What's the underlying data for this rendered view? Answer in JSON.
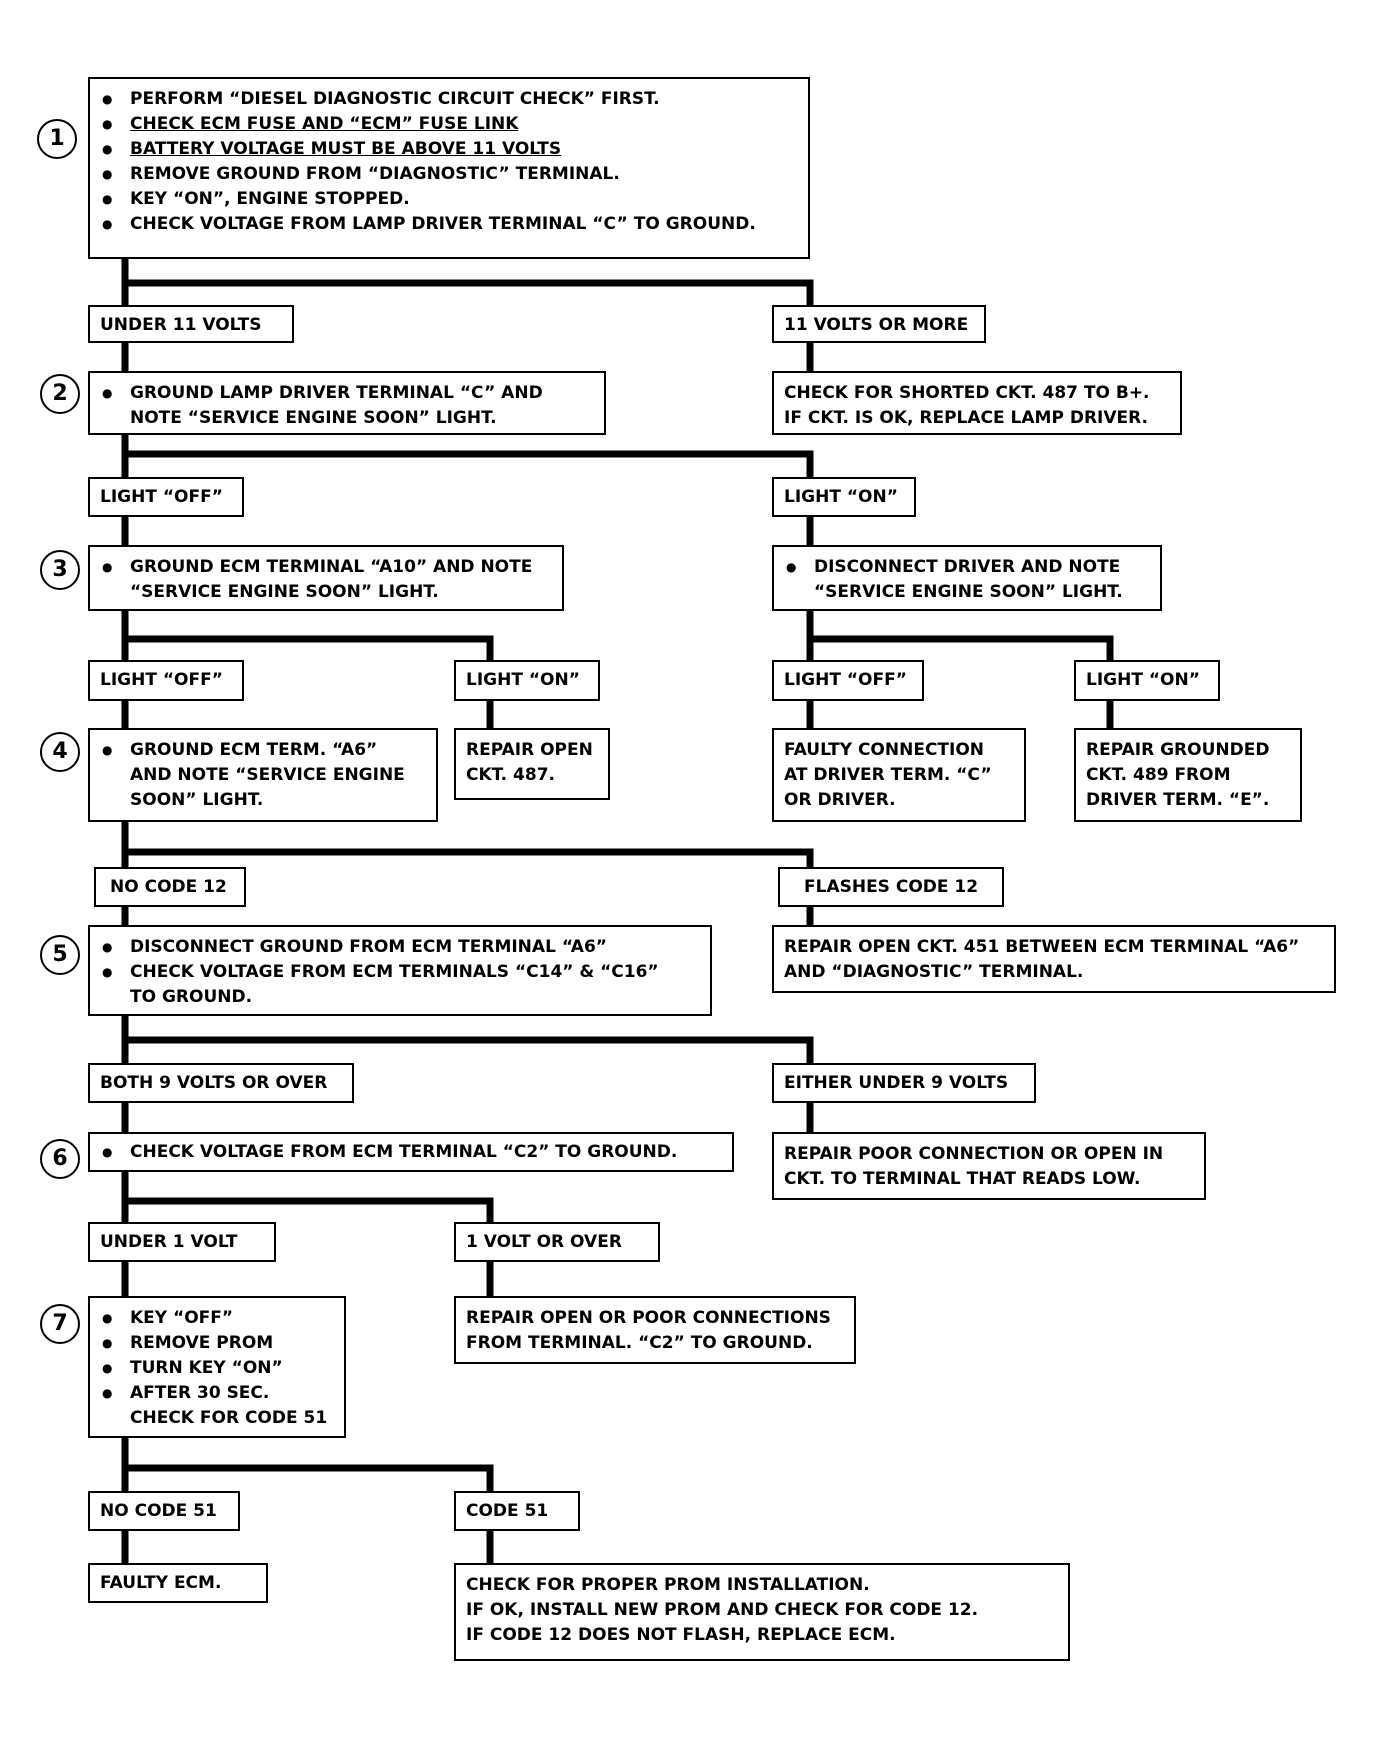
{
  "steps": {
    "s1": {
      "num": "1",
      "lines": [
        "PERFORM “DIESEL DIAGNOSTIC CIRCUIT CHECK” FIRST.",
        "CHECK ECM FUSE AND “ECM” FUSE LINK",
        "BATTERY VOLTAGE MUST BE ABOVE 11 VOLTS",
        "REMOVE GROUND FROM “DIAGNOSTIC” TERMINAL.",
        "KEY “ON”, ENGINE STOPPED.",
        "CHECK VOLTAGE FROM LAMP DRIVER TERMINAL “C” TO GROUND."
      ]
    },
    "s2": {
      "num": "2",
      "lines": [
        "GROUND LAMP DRIVER TERMINAL “C” AND",
        "NOTE “SERVICE ENGINE SOON” LIGHT."
      ]
    },
    "s3": {
      "num": "3",
      "lines": [
        "GROUND ECM TERMINAL “A10” AND NOTE",
        "“SERVICE ENGINE SOON” LIGHT."
      ]
    },
    "s4": {
      "num": "4",
      "lines": [
        "GROUND  ECM TERM. “A6”",
        "AND NOTE “SERVICE ENGINE",
        "SOON” LIGHT."
      ]
    },
    "s5": {
      "num": "5",
      "lines": [
        "DISCONNECT GROUND FROM ECM TERMINAL “A6”",
        "CHECK VOLTAGE FROM ECM TERMINALS “C14” & “C16”",
        "TO GROUND."
      ]
    },
    "s6": {
      "num": "6",
      "lines": [
        "CHECK VOLTAGE FROM ECM TERMINAL “C2” TO GROUND."
      ]
    },
    "s7": {
      "num": "7",
      "lines": [
        "KEY “OFF”",
        "REMOVE PROM",
        "TURN KEY “ON”",
        "AFTER 30 SEC.",
        "CHECK FOR CODE 51"
      ]
    }
  },
  "labels": {
    "under11": "UNDER 11 VOLTS",
    "over11": "11 VOLTS OR MORE",
    "s2_off": "LIGHT “OFF”",
    "s2_on": "LIGHT “ON”",
    "s3_off": "LIGHT “OFF”",
    "s3_on": "LIGHT “ON”",
    "drv_off": "LIGHT “OFF”",
    "drv_on": "LIGHT “ON”",
    "nocode12": "NO CODE 12",
    "code12": "FLASHES CODE 12",
    "both9": "BOTH 9 VOLTS OR OVER",
    "either9": "EITHER UNDER 9 VOLTS",
    "under1": "UNDER 1 VOLT",
    "over1": "1 VOLT OR OVER",
    "nocode51": "NO CODE 51",
    "code51": "CODE 51"
  },
  "actions": {
    "shorted": [
      "CHECK  FOR SHORTED CKT. 487 TO B+.",
      "IF CKT. IS OK, REPLACE LAMP DRIVER."
    ],
    "disconnect_driver": [
      "DISCONNECT DRIVER AND NOTE",
      "“SERVICE ENGINE SOON” LIGHT."
    ],
    "repair487": [
      "REPAIR OPEN",
      "CKT. 487."
    ],
    "faulty_conn": [
      "FAULTY CONNECTION",
      "AT DRIVER TERM. “C”",
      "OR DRIVER."
    ],
    "repair489": [
      "REPAIR GROUNDED",
      "CKT. 489 FROM",
      "DRIVER TERM.  “E”."
    ],
    "repair451": [
      "REPAIR OPEN CKT. 451 BETWEEN ECM TERMINAL “A6”",
      "AND “DIAGNOSTIC” TERMINAL."
    ],
    "poor_conn": [
      "REPAIR POOR CONNECTION OR OPEN IN",
      "CKT. TO TERMINAL THAT READS LOW."
    ],
    "repair_c2": [
      "REPAIR OPEN OR POOR CONNECTIONS",
      "FROM TERMINAL. “C2” TO GROUND."
    ],
    "faulty_ecm": [
      "FAULTY ECM."
    ],
    "prom": [
      "CHECK FOR PROPER PROM INSTALLATION.",
      "IF OK, INSTALL NEW PROM AND CHECK FOR CODE 12.",
      "IF CODE 12 DOES NOT FLASH, REPLACE ECM."
    ]
  }
}
